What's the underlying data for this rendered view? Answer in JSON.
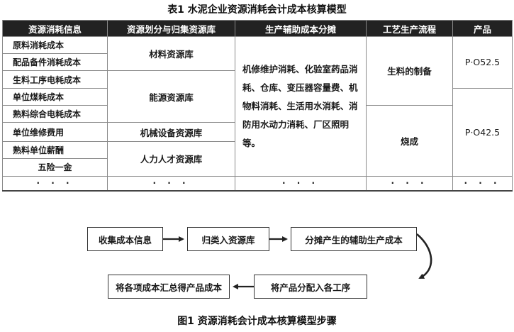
{
  "table_caption": "表1  水泥企业资源消耗会计成本核算模型",
  "figure_caption": "图1  资源消耗会计成本核算模型步骤",
  "table": {
    "headers": [
      "资源消耗信息",
      "资源划分与归集资源库",
      "生产辅助成本分摊",
      "工艺生产流程",
      "产品"
    ],
    "col1": [
      "原料消耗成本",
      "配品备件消耗成本",
      "生料工序电耗成本",
      "单位煤耗成本",
      "熟料综合电耗成本",
      "单位维修费用",
      "熟料单位薪酬",
      "五险一金",
      "· · ·"
    ],
    "col2": [
      "材料资源库",
      "能源资源库",
      "机械设备资源库",
      "人力人才资源库",
      "· · ·"
    ],
    "col3": "机修维护消耗、化验室药品消耗、仓库、变压器容量费、机物料消耗、生活用水消耗、消防用水动力消耗、厂区照明等。",
    "col3_dots": "· · ·",
    "col4": [
      "生料的制备",
      "烧成",
      "· · ·"
    ],
    "col5": [
      "P·O52.5",
      "P·O42.5",
      "· · ·"
    ]
  },
  "flow": {
    "steps": [
      "收集成本信息",
      "归类入资源库",
      "分摊产生的辅助生产成本",
      "将产品分配入各工序",
      "将各项成本汇总得产品成本"
    ]
  }
}
